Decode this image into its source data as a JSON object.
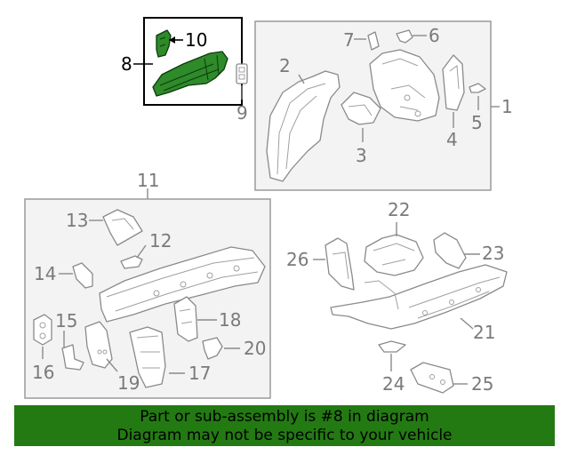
{
  "diagram": {
    "callouts": {
      "c1": "1",
      "c2": "2",
      "c3": "3",
      "c4": "4",
      "c5": "5",
      "c6": "6",
      "c7": "7",
      "c8": "8",
      "c9": "9",
      "c10": "10",
      "c11": "11",
      "c12": "12",
      "c13": "13",
      "c14": "14",
      "c15": "15",
      "c16": "16",
      "c17": "17",
      "c18": "18",
      "c19": "19",
      "c20": "20",
      "c21": "21",
      "c22": "22",
      "c23": "23",
      "c24": "24",
      "c25": "25",
      "c26": "26"
    },
    "highlighted_part": "8",
    "highlight_color": "#2f8a2a"
  },
  "footer": {
    "line1": "Part or sub-assembly is #8 in diagram",
    "line2": "Diagram may not be specific to your vehicle",
    "background": "#237a12"
  }
}
